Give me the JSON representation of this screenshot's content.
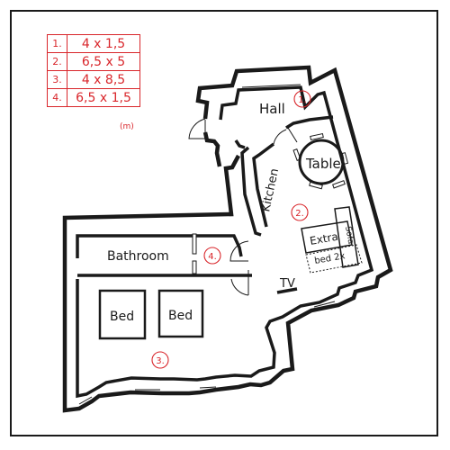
{
  "legend": {
    "rows": [
      {
        "num": "1.",
        "dim": "4 x 1,5"
      },
      {
        "num": "2.",
        "dim": "6,5 x 5"
      },
      {
        "num": "3.",
        "dim": "4 x 8,5"
      },
      {
        "num": "4.",
        "dim": "6,5 x 1,5"
      }
    ],
    "unit": "(m)"
  },
  "rooms": {
    "hall": "Hall",
    "kitchen": "Kitchen",
    "table": "Table",
    "bathroom": "Bathroom",
    "bed_left": "Bed",
    "bed_right": "Bed",
    "tv": "TV",
    "extra": "Extra",
    "extra_bed": "bed 2x",
    "sofa": "Sofa"
  },
  "markers": {
    "m1": "1.",
    "m2": "2.",
    "m3": "3.",
    "m4": "4."
  },
  "colors": {
    "walls": "#1a1a1a",
    "annotation": "#d9262b"
  }
}
